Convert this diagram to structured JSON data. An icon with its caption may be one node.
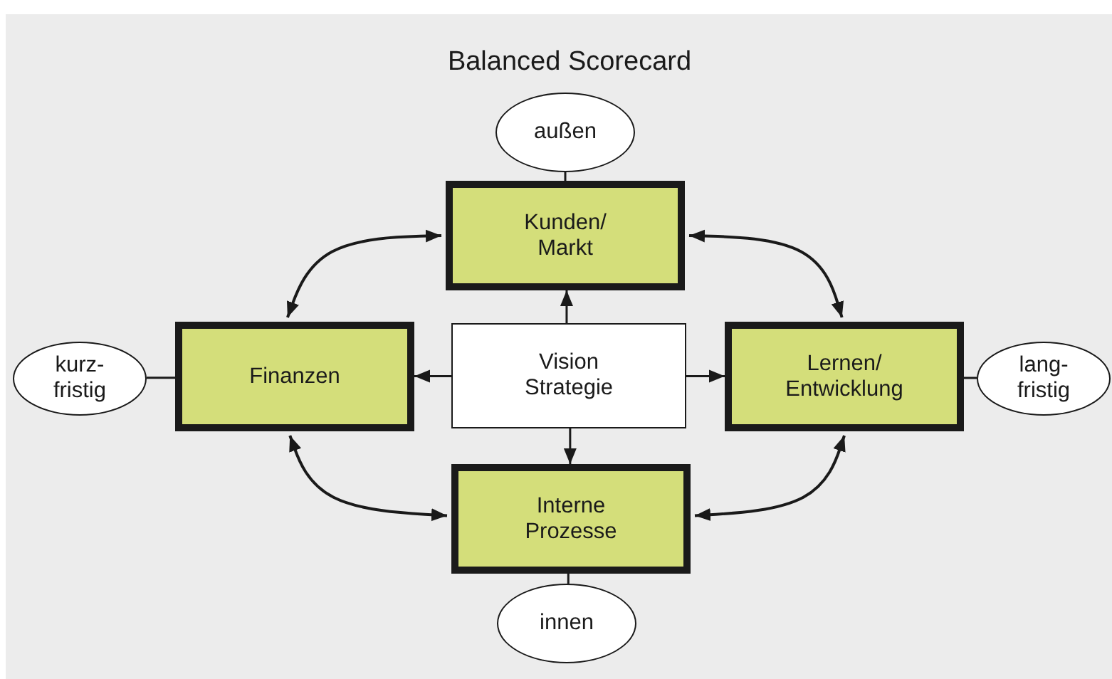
{
  "diagram": {
    "title": "Balanced Scorecard",
    "nodes": [
      {
        "text": [
          "außen"
        ]
      },
      {
        "text": [
          "Kunden/ Markt"
        ]
      },
      {
        "text": [
          "kurz- fristig"
        ]
      },
      {
        "text": [
          "Finanzen"
        ]
      },
      {
        "text": [
          "Vision Strategie"
        ]
      },
      {
        "text": [
          "Lernen/ Entwicklung"
        ]
      },
      {
        "text": [
          "lang- fristig"
        ]
      },
      {
        "text": [
          "Interne Prozesse"
        ]
      },
      {
        "text": [
          "innen"
        ]
      }
    ],
    "edges": [
      {
        "from": 4,
        "to": 1,
        "arrow": "to"
      },
      {
        "from": 4,
        "to": 3,
        "arrow": "to"
      },
      {
        "from": 4,
        "to": 5,
        "arrow": "to"
      },
      {
        "from": 4,
        "to": 7,
        "arrow": "to"
      },
      {
        "from": 1,
        "to": 3,
        "arrow": "both"
      },
      {
        "from": 1,
        "to": 5,
        "arrow": "both"
      },
      {
        "from": 3,
        "to": 7,
        "arrow": "both"
      },
      {
        "from": 5,
        "to": 7,
        "arrow": "both"
      },
      {
        "from": 0,
        "to": 1,
        "arrow": "none"
      },
      {
        "from": 2,
        "to": 3,
        "arrow": "none"
      },
      {
        "from": 5,
        "to": 6,
        "arrow": "none"
      },
      {
        "from": 7,
        "to": 8,
        "arrow": "none"
      }
    ]
  }
}
